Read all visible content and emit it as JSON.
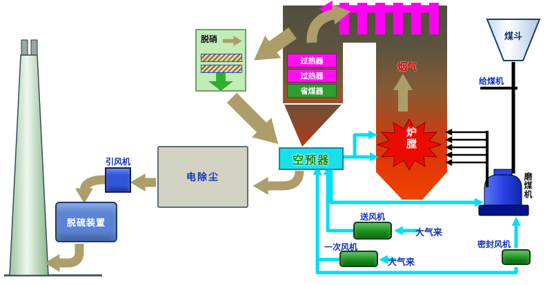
{
  "labels": {
    "denitration": "脱硝",
    "superheater_1": "过热器",
    "superheater_2": "过热器",
    "economizer": "省煤器",
    "flue_gas": "烟气",
    "furnace": "炉膛",
    "air_preheater": "空预器",
    "coal_hopper": "煤斗",
    "coal_feeder": "给煤机",
    "coal_mill": "磨煤机",
    "induced_draft_fan": "引风机",
    "electrostatic_precipitator": "电除尘",
    "desulfurization_unit": "脱硫装置",
    "forced_draft_fan": "送风机",
    "air_inlet_1": "大气来",
    "primary_air_fan": "一次风机",
    "air_inlet_2": "大气来",
    "seal_air_fan": "密封风机"
  },
  "colors": {
    "flue_gas_duct": "#ac9d6a",
    "air_duct": "#00dff5",
    "boiler_top": "#514e3e",
    "boiler_flame": "#ef3f00",
    "superheater": "#ff10ee",
    "economizer": "#2e9e2e",
    "magenta_tubes": "#ff00f0",
    "furnace_cloud": "#ea0c00",
    "scr_box": "#c2ecb6",
    "air_preheater_box": "#19dfe8",
    "fan_green": "#18981c",
    "esp_box": "#d2d2c2",
    "fgd_box": "#5b84d6",
    "id_fan_box": "#2f55dd",
    "mill_blue": "#2a44e0",
    "label_blue": "#1133bb",
    "flue_gas_red": "#e00000"
  }
}
